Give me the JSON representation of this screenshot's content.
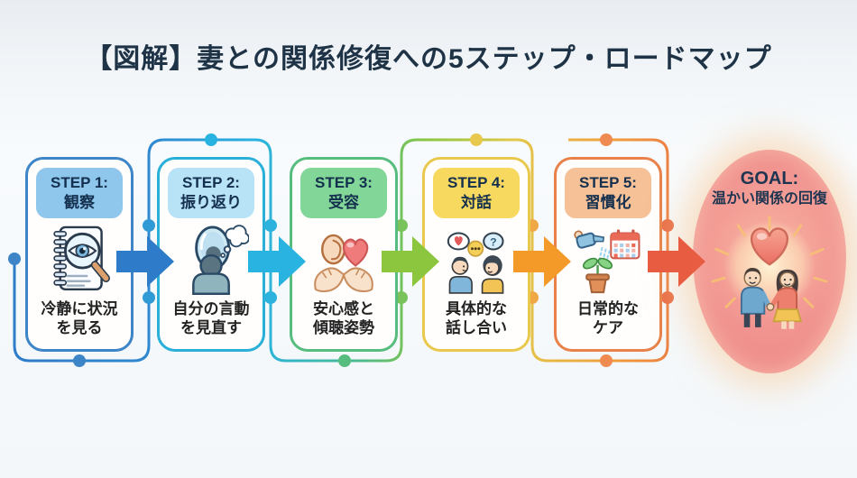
{
  "title": "【図解】妻との関係修復への5ステップ・ロードマップ",
  "steps": [
    {
      "label": "STEP 1:",
      "name": "観察",
      "caption_line1": "冷静に状況",
      "caption_line2": "を見る",
      "icon": "notebook-magnifier",
      "accent": "#3d85c6",
      "pill_bg": "#8fc6ec",
      "arrow_color": "#2e7bc9"
    },
    {
      "label": "STEP 2:",
      "name": "振り返り",
      "caption_line1": "自分の言動",
      "caption_line2": "を見直す",
      "icon": "mirror-reflection",
      "accent": "#2ab0d8",
      "pill_bg": "#b8e2f6",
      "arrow_color": "#29b3e0"
    },
    {
      "label": "STEP 3:",
      "name": "受容",
      "caption_line1": "安心感と",
      "caption_line2": "傾聴姿勢",
      "icon": "ear-heart-hands",
      "accent": "#57bd7f",
      "pill_bg": "#82d698",
      "arrow_color": "#8cc63f"
    },
    {
      "label": "STEP 4:",
      "name": "対話",
      "caption_line1": "具体的な",
      "caption_line2": "話し合い",
      "icon": "couple-dialogue",
      "accent": "#e9c94d",
      "pill_bg": "#f6d95e",
      "arrow_color": "#f49a28"
    },
    {
      "label": "STEP 5:",
      "name": "習慣化",
      "caption_line1": "日常的な",
      "caption_line2": "ケア",
      "icon": "plant-care-calendar",
      "accent": "#e8824a",
      "pill_bg": "#f6c197",
      "arrow_color": "#e85d42"
    }
  ],
  "goal": {
    "label": "GOAL:",
    "name": "温かい関係の回復",
    "icon": "couple-holding-hands-heart",
    "bg_color": "#f09090",
    "text_color": "#1d3550"
  },
  "colors": {
    "background": "#f2f6f9",
    "title_text": "#1f3347",
    "pill_text": "#14304e",
    "caption_text": "#222222",
    "card_bg": "#fffefd"
  }
}
